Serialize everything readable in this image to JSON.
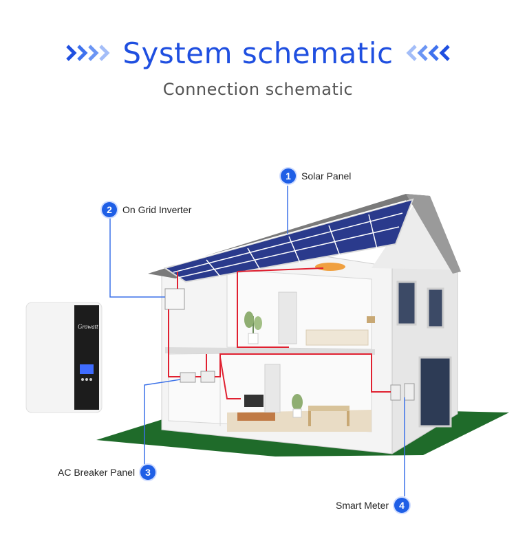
{
  "header": {
    "title": "System schematic",
    "subtitle": "Connection schematic"
  },
  "inverter_device": {
    "brand": "Growatt"
  },
  "callouts": [
    {
      "number": "1",
      "label": "Solar Panel"
    },
    {
      "number": "2",
      "label": "On Grid Inverter"
    },
    {
      "number": "3",
      "label": "AC Breaker Panel"
    },
    {
      "number": "4",
      "label": "Smart Meter"
    }
  ],
  "colors": {
    "accent": "#1f5fe6",
    "title": "#1f4fe0",
    "wire": "#e02030",
    "leader": "#3a70e8",
    "lawn": "#1f6b2a",
    "roof": "#8a8a8a",
    "panel": "#2a3a8c"
  }
}
